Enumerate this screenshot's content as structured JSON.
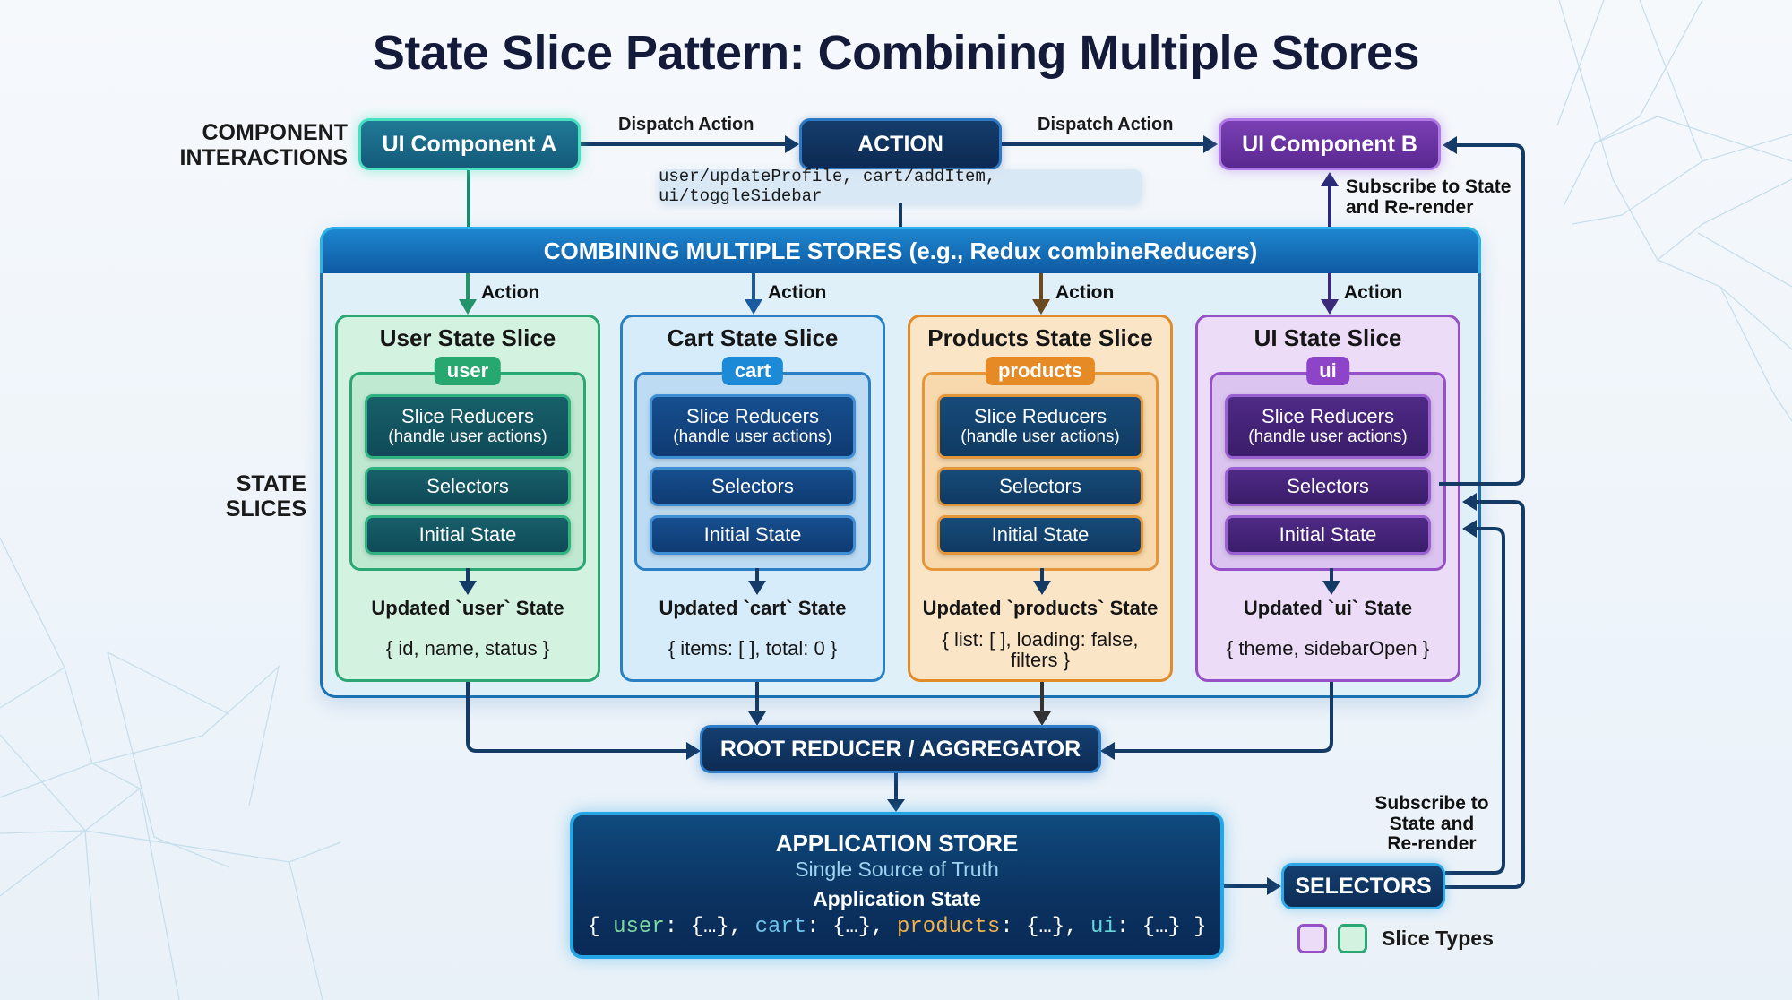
{
  "title": "State Slice Pattern: Combining Multiple Stores",
  "side_labels": {
    "component_interactions": [
      "COMPONENT",
      "INTERACTIONS"
    ],
    "state_slices": [
      "STATE",
      "SLICES"
    ]
  },
  "top_row": {
    "component_a": "UI Component A",
    "action": "ACTION",
    "component_b": "UI Component B",
    "dispatch_label_1": "Dispatch Action",
    "dispatch_label_2": "Dispatch Action",
    "action_types": "user/updateProfile, cart/addItem, ui/toggleSidebar",
    "subscribe_label": [
      "Subscribe to State",
      "and Re-render"
    ]
  },
  "combine_panel": {
    "header": "COMBINING MULTIPLE STORES (e.g., Redux combineReducers)",
    "action_label": "Action"
  },
  "slices": [
    {
      "id": "user",
      "title": "User State Slice",
      "tag": "user",
      "reducers": "Slice Reducers",
      "reducers_hint": "(handle user actions)",
      "selectors": "Selectors",
      "initial_state": "Initial State",
      "updated": "Updated `user` State",
      "shape": "{ id, name, status }",
      "color": "#2aa772"
    },
    {
      "id": "cart",
      "title": "Cart State Slice",
      "tag": "cart",
      "reducers": "Slice Reducers",
      "reducers_hint": "(handle user actions)",
      "selectors": "Selectors",
      "initial_state": "Initial State",
      "updated": "Updated `cart` State",
      "shape": "{ items:  [ ],  total: 0 }",
      "color": "#2b7fc4"
    },
    {
      "id": "products",
      "title": "Products State Slice",
      "tag": "products",
      "reducers": "Slice Reducers",
      "reducers_hint": "(handle user actions)",
      "selectors": "Selectors",
      "initial_state": "Initial State",
      "updated": "Updated `products` State",
      "shape": "{  list:  [ ],  loading:  false, filters }",
      "color": "#e28b2b"
    },
    {
      "id": "ui",
      "title": "UI State Slice",
      "tag": "ui",
      "reducers": "Slice Reducers",
      "reducers_hint": "(handle user actions)",
      "selectors": "Selectors",
      "initial_state": "Initial State",
      "updated": "Updated `ui` State",
      "shape": "{ theme, sidebarOpen }",
      "color": "#9650c8"
    }
  ],
  "root_reducer": "ROOT REDUCER / AGGREGATOR",
  "app_store": {
    "title": "APPLICATION STORE",
    "subtitle": "Single Source of Truth",
    "state_label": "Application State",
    "shape_parts": [
      {
        "key": "user",
        "value": ": {…}, "
      },
      {
        "key": "cart",
        "value": ": {…}, "
      },
      {
        "key": "products",
        "value": ": {…}, "
      },
      {
        "key": "ui",
        "value": ": {…} "
      }
    ],
    "open_brace": "{ ",
    "close_brace": "}"
  },
  "selectors_node": "SELECTORS",
  "subscribe_bottom": [
    "Subscribe to",
    "State and",
    "Re-render"
  ],
  "legend": {
    "label": "Slice Types",
    "swatches": [
      "#9650c8",
      "#2aa772"
    ]
  },
  "colors": {
    "title": "#141a3a",
    "arrow": "#143a66",
    "panel_header": "#1473bd",
    "user": "#2aa772",
    "cart": "#2b7fc4",
    "products": "#e28b2b",
    "ui": "#9650c8"
  }
}
